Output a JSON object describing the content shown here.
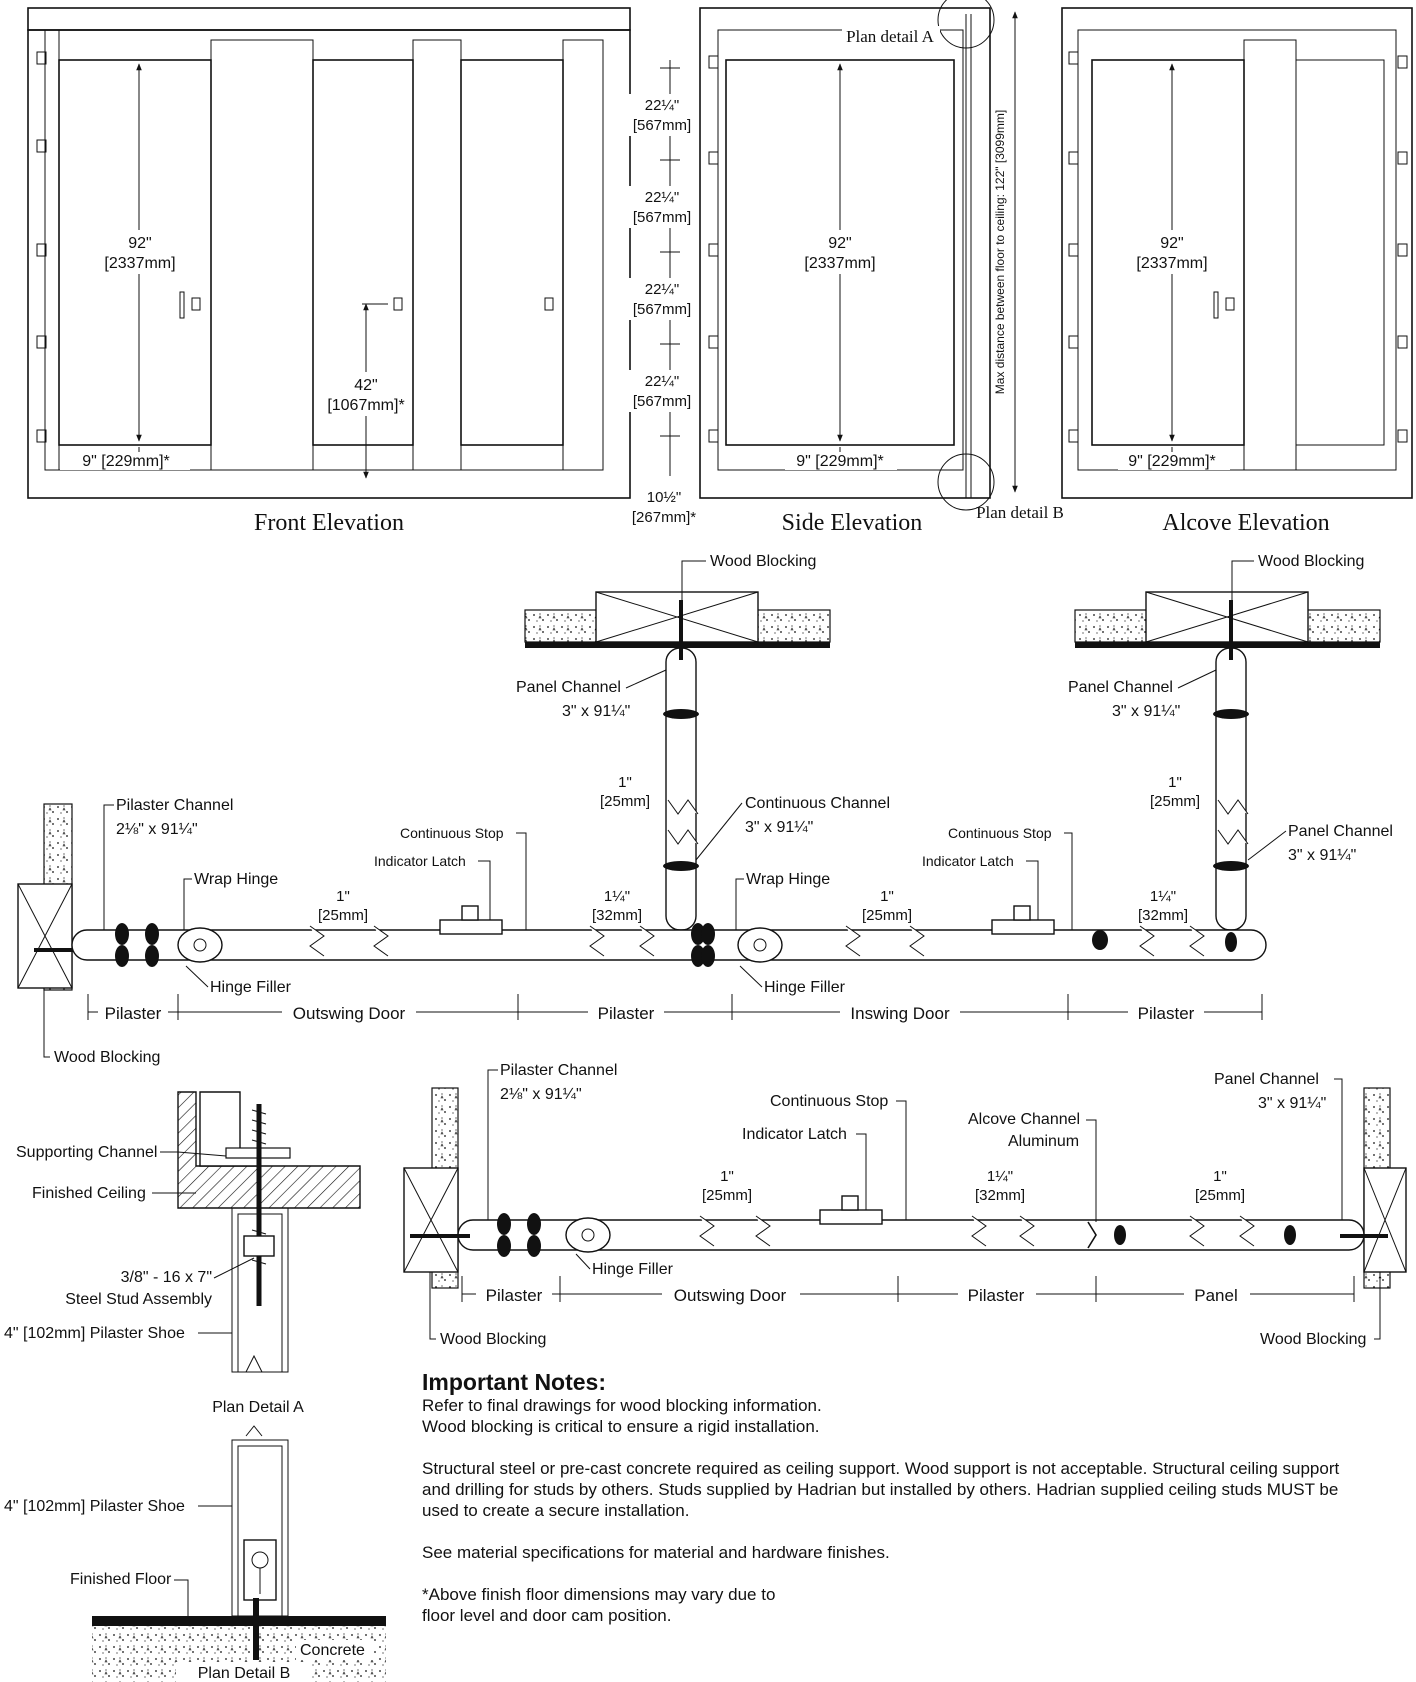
{
  "elevations": {
    "front": {
      "title": "Front Elevation",
      "door_height": "92\"",
      "door_height_mm": "[2337mm]",
      "floor_clearance": "9\" [229mm]*",
      "latch_height": "42\"",
      "latch_height_mm": "[1067mm]*"
    },
    "side": {
      "title": "Side Elevation",
      "door_height": "92\"",
      "door_height_mm": "[2337mm]",
      "floor_clearance": "9\" [229mm]*",
      "max_ceiling_note": "Max distance between floor to ceiling: 122\" [3099mm]",
      "plan_detail_a": "Plan detail A",
      "plan_detail_b": "Plan detail B"
    },
    "alcove": {
      "title": "Alcove Elevation",
      "door_height": "92\"",
      "door_height_mm": "[2337mm]",
      "floor_clearance": "9\" [229mm]*"
    },
    "stud_spacing": [
      {
        "in": "22¼\"",
        "mm": "[567mm]"
      },
      {
        "in": "22¼\"",
        "mm": "[567mm]"
      },
      {
        "in": "22¼\"",
        "mm": "[567mm]"
      },
      {
        "in": "22¼\"",
        "mm": "[567mm]"
      }
    ],
    "bottom_spacing": {
      "in": "10½\"",
      "mm": "[267mm]*"
    }
  },
  "plan_top": {
    "labels": {
      "wood_blocking_1": "Wood Blocking",
      "wood_blocking_2": "Wood Blocking",
      "wood_blocking_left": "Wood Blocking",
      "panel_channel_1": "Panel Channel",
      "panel_channel_1_size": "3\" x 91¼\"",
      "panel_channel_2": "Panel Channel",
      "panel_channel_2_size": "3\" x 91¼\"",
      "panel_channel_3": "Panel Channel",
      "panel_channel_3_size": "3\" x 91¼\"",
      "pilaster_channel": "Pilaster Channel",
      "pilaster_channel_size": "2⅛\" x 91¼\"",
      "continuous_channel": "Continuous Channel",
      "continuous_channel_size": "3\" x 91¼\"",
      "wrap_hinge_1": "Wrap Hinge",
      "wrap_hinge_2": "Wrap Hinge",
      "hinge_filler_1": "Hinge Filler",
      "hinge_filler_2": "Hinge Filler",
      "continuous_stop_1": "Continuous Stop",
      "continuous_stop_2": "Continuous Stop",
      "indicator_latch_1": "Indicator Latch",
      "indicator_latch_2": "Indicator Latch"
    },
    "dims": {
      "d1_in": "1\"",
      "d1_mm": "[25mm]",
      "d2_in": "1\"",
      "d2_mm": "[25mm]",
      "d3_in": "1¼\"",
      "d3_mm": "[32mm]",
      "d4_in": "1\"",
      "d4_mm": "[25mm]",
      "d5_in": "1¼\"",
      "d5_mm": "[32mm]",
      "d6_in": "1\"",
      "d6_mm": "[25mm]"
    },
    "segments": [
      "Pilaster",
      "Outswing Door",
      "Pilaster",
      "Inswing Door",
      "Pilaster"
    ]
  },
  "plan_bottom": {
    "labels": {
      "pilaster_channel": "Pilaster Channel",
      "pilaster_channel_size": "2⅛\" x 91¼\"",
      "continuous_stop": "Continuous Stop",
      "indicator_latch": "Indicator Latch",
      "alcove_channel": "Alcove Channel",
      "alcove_channel_material": "Aluminum",
      "panel_channel": "Panel Channel",
      "panel_channel_size": "3\" x 91¼\"",
      "hinge_filler": "Hinge Filler",
      "wood_blocking_left": "Wood Blocking",
      "wood_blocking_right": "Wood Blocking"
    },
    "dims": {
      "d1_in": "1\"",
      "d1_mm": "[25mm]",
      "d2_in": "1¼\"",
      "d2_mm": "[32mm]",
      "d3_in": "1\"",
      "d3_mm": "[25mm]"
    },
    "segments": [
      "Pilaster",
      "Outswing Door",
      "Pilaster",
      "Panel"
    ]
  },
  "detail_a": {
    "supporting_channel": "Supporting Channel",
    "finished_ceiling": "Finished Ceiling",
    "stud_size": "3/8\" - 16 x 7\"",
    "stud_assembly": "Steel Stud Assembly",
    "pilaster_shoe": "4\" [102mm] Pilaster Shoe",
    "title": "Plan Detail A"
  },
  "detail_b": {
    "pilaster_shoe": "4\" [102mm] Pilaster Shoe",
    "finished_floor": "Finished Floor",
    "concrete": "Concrete",
    "title": "Plan Detail B"
  },
  "notes": {
    "heading": "Important Notes:",
    "p1_line1": "Refer to final drawings for wood blocking information.",
    "p1_line2": "Wood blocking is critical to ensure a rigid installation.",
    "p2": "Structural steel or pre-cast concrete required as ceiling support. Wood support is not acceptable. Structural ceiling support and drilling for studs by others. Studs supplied by Hadrian but installed by others. Hadrian supplied ceiling studs MUST be used to create a secure installation.",
    "p3": "See material specifications for material and hardware finishes.",
    "p4_line1": "*Above finish floor dimensions may vary due to",
    "p4_line2": "floor level and door cam position."
  }
}
